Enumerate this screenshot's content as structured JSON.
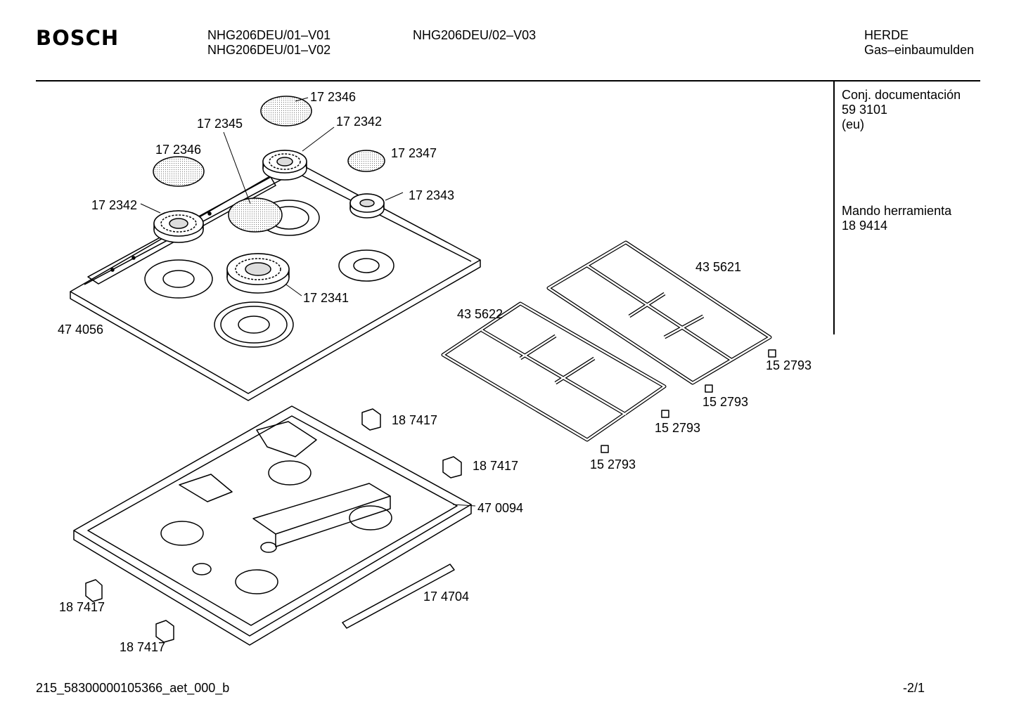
{
  "header": {
    "brand": "BOSCH",
    "models_col1": [
      "NHG206DEU/01–V01",
      "NHG206DEU/01–V02"
    ],
    "models_col2": [
      "NHG206DEU/02–V03"
    ],
    "category": [
      "HERDE",
      "Gas–einbaumulden"
    ]
  },
  "sidebar": {
    "doc_title": "Conj. documentación",
    "doc_number": "59 3101",
    "doc_lang": "(eu)",
    "tool_title": "Mando herramienta",
    "tool_number": "18 9414"
  },
  "parts": {
    "burner_cap_top": "17 2346",
    "burner_cap_left": "17 2346",
    "burner_cap_center": "17 2345",
    "burner_top": "17 2342",
    "burner_left": "17 2342",
    "cap_small": "17 2347",
    "burner_small": "17 2343",
    "burner_front": "17 2341",
    "cooktop_plate": "47 4056",
    "grate_right": "43 5621",
    "grate_left": "43 5622",
    "foot_1": "15 2793",
    "foot_2": "15 2793",
    "foot_3": "15 2793",
    "foot_4": "15 2793",
    "clip_1": "18 7417",
    "clip_2": "18 7417",
    "clip_3": "18 7417",
    "clip_4": "18 7417",
    "tray": "47 0094",
    "seal_strip": "17 4704"
  },
  "footer": {
    "drawing_id": "215_58300000105366_aet_000_b",
    "page": "-2/1"
  }
}
